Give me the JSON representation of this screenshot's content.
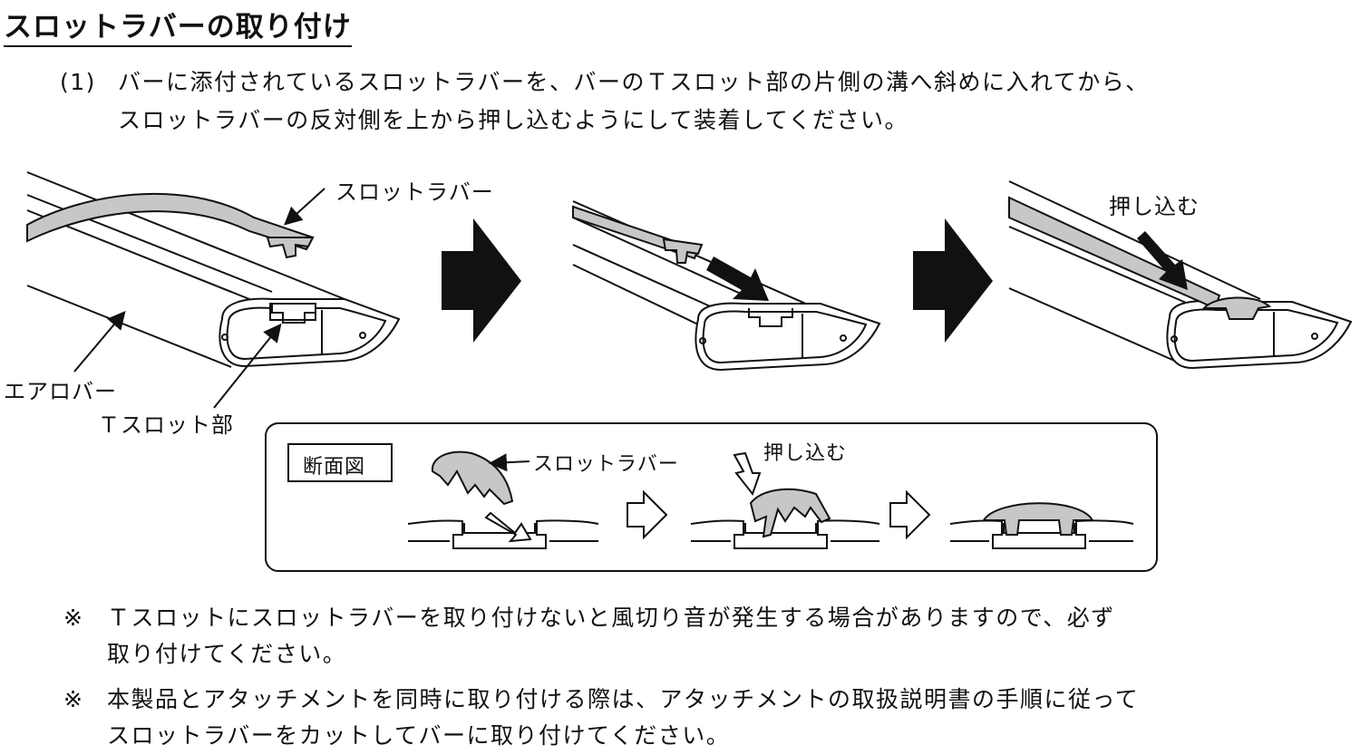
{
  "title": "スロットラバーの取り付け",
  "instruction": {
    "number": "(1)",
    "line1": "バーに添付されているスロットラバーを、バーのＴスロット部の片側の溝へ斜めに入れてから、",
    "line2": "スロットラバーの反対側を上から押し込むようにして装着してください。"
  },
  "figure": {
    "label_slot_rubber": "スロットラバー",
    "label_aero_bar": "エアロバー",
    "label_t_slot": "Ｔスロット部",
    "label_push_in": "押し込む"
  },
  "cross_section": {
    "title": "断面図",
    "label_slot_rubber": "スロットラバー",
    "label_push_in": "押し込む"
  },
  "notes": [
    {
      "mark": "※",
      "line1": "Ｔスロットにスロットラバーを取り付けないと風切り音が発生する場合がありますので、必ず",
      "line2": "取り付けてください。"
    },
    {
      "mark": "※",
      "line1": "本製品とアタッチメントを同時に取り付ける際は、アタッチメントの取扱説明書の手順に従って",
      "line2": "スロットラバーをカットしてバーに取り付けてください。"
    }
  ]
}
